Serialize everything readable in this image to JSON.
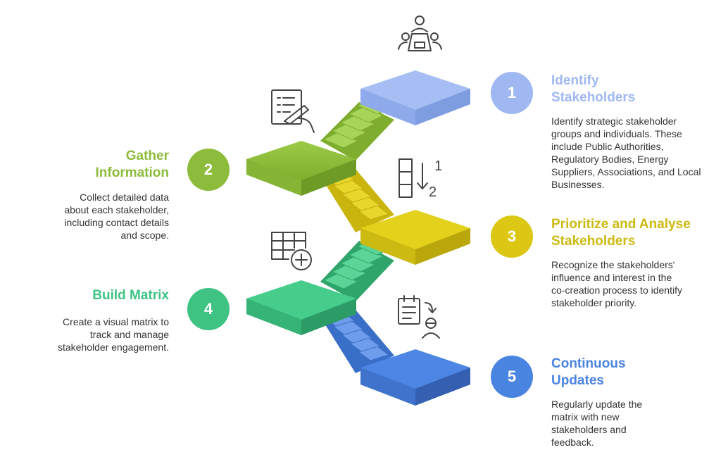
{
  "steps": [
    {
      "number": "1",
      "title": "Identify\nStakeholders",
      "description": "Identify strategic stakeholder\ngroups and individuals. These\ninclude Public Authorities,\nRegulatory Bodies, Energy\nSuppliers, Associations, and Local\nBusinesses.",
      "color": "#9FB8F2",
      "icon": "meeting-table-icon"
    },
    {
      "number": "2",
      "title": "Gather\nInformation",
      "description": "Collect detailed data\nabout each stakeholder,\nincluding contact details\nand scope.",
      "color": "#8DBB3B",
      "icon": "clipboard-writing-icon"
    },
    {
      "number": "3",
      "title": "Prioritize and Analyse\nStakeholders",
      "description": "Recognize the stakeholders'\ninfluence and interest in the\nco-creation process to identify\nstakeholder priority.",
      "color": "#DCC814",
      "icon": "priority-ranking-icon"
    },
    {
      "number": "4",
      "title": "Build Matrix",
      "description": "Create a visual matrix to\ntrack and manage\nstakeholder engagement.",
      "color": "#3EC383",
      "icon": "table-add-icon"
    },
    {
      "number": "5",
      "title": "Continuous\nUpdates",
      "description": "Regularly update the\nmatrix with new\nstakeholders and\nfeedback.",
      "color": "#4A84E1",
      "icon": "document-update-person-icon"
    }
  ],
  "ranking_icon_labels": [
    "1",
    "2"
  ]
}
